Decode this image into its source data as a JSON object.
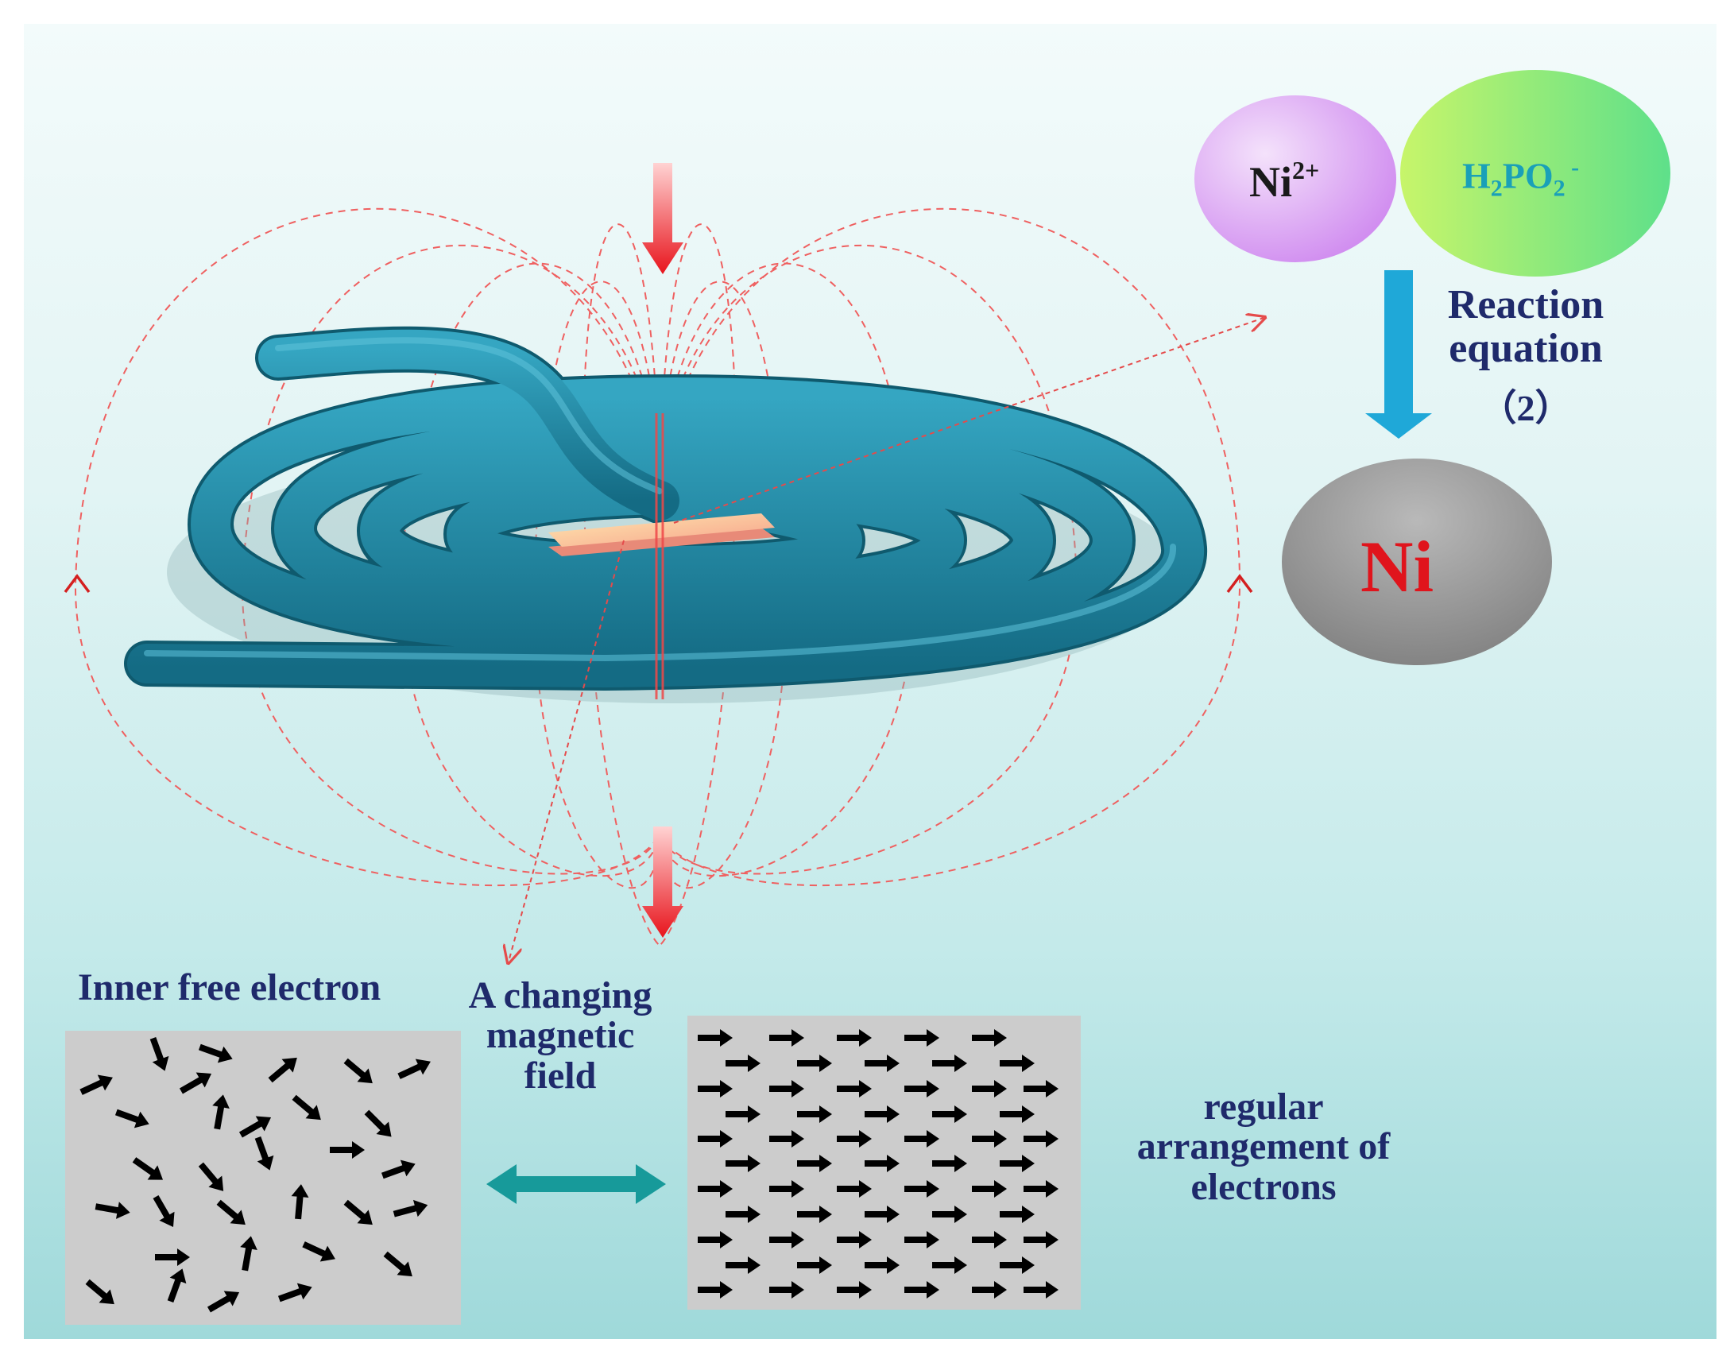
{
  "labels": {
    "inner_free_electron": "Inner free electron",
    "changing_field": "A changing magnetic field",
    "regular_arrangement": "regular arrangement of electrons",
    "reaction_equation": "Reaction equation",
    "reaction_number": "（2）"
  },
  "ions": {
    "ni2_base": "Ni",
    "ni2_charge": "2+",
    "h2po2": [
      "H",
      "2",
      "PO",
      "2",
      " -"
    ],
    "ni": "Ni"
  },
  "colors": {
    "coil": "#1e8aa6",
    "field_lines": "#ef5a5a",
    "ni2_bubble": "#d89ef0",
    "h2po2_bubble": "#b7f060",
    "ni_bubble": "#9a9a9a",
    "reaction_arrow": "#1fa8d8",
    "double_arrow": "#179a9a"
  },
  "icons": {
    "coil": "spiral-coil-icon",
    "sample": "sample-plate-icon",
    "field_arrow": "downward-arrow-icon",
    "electron": "electron-arrow-icon"
  }
}
